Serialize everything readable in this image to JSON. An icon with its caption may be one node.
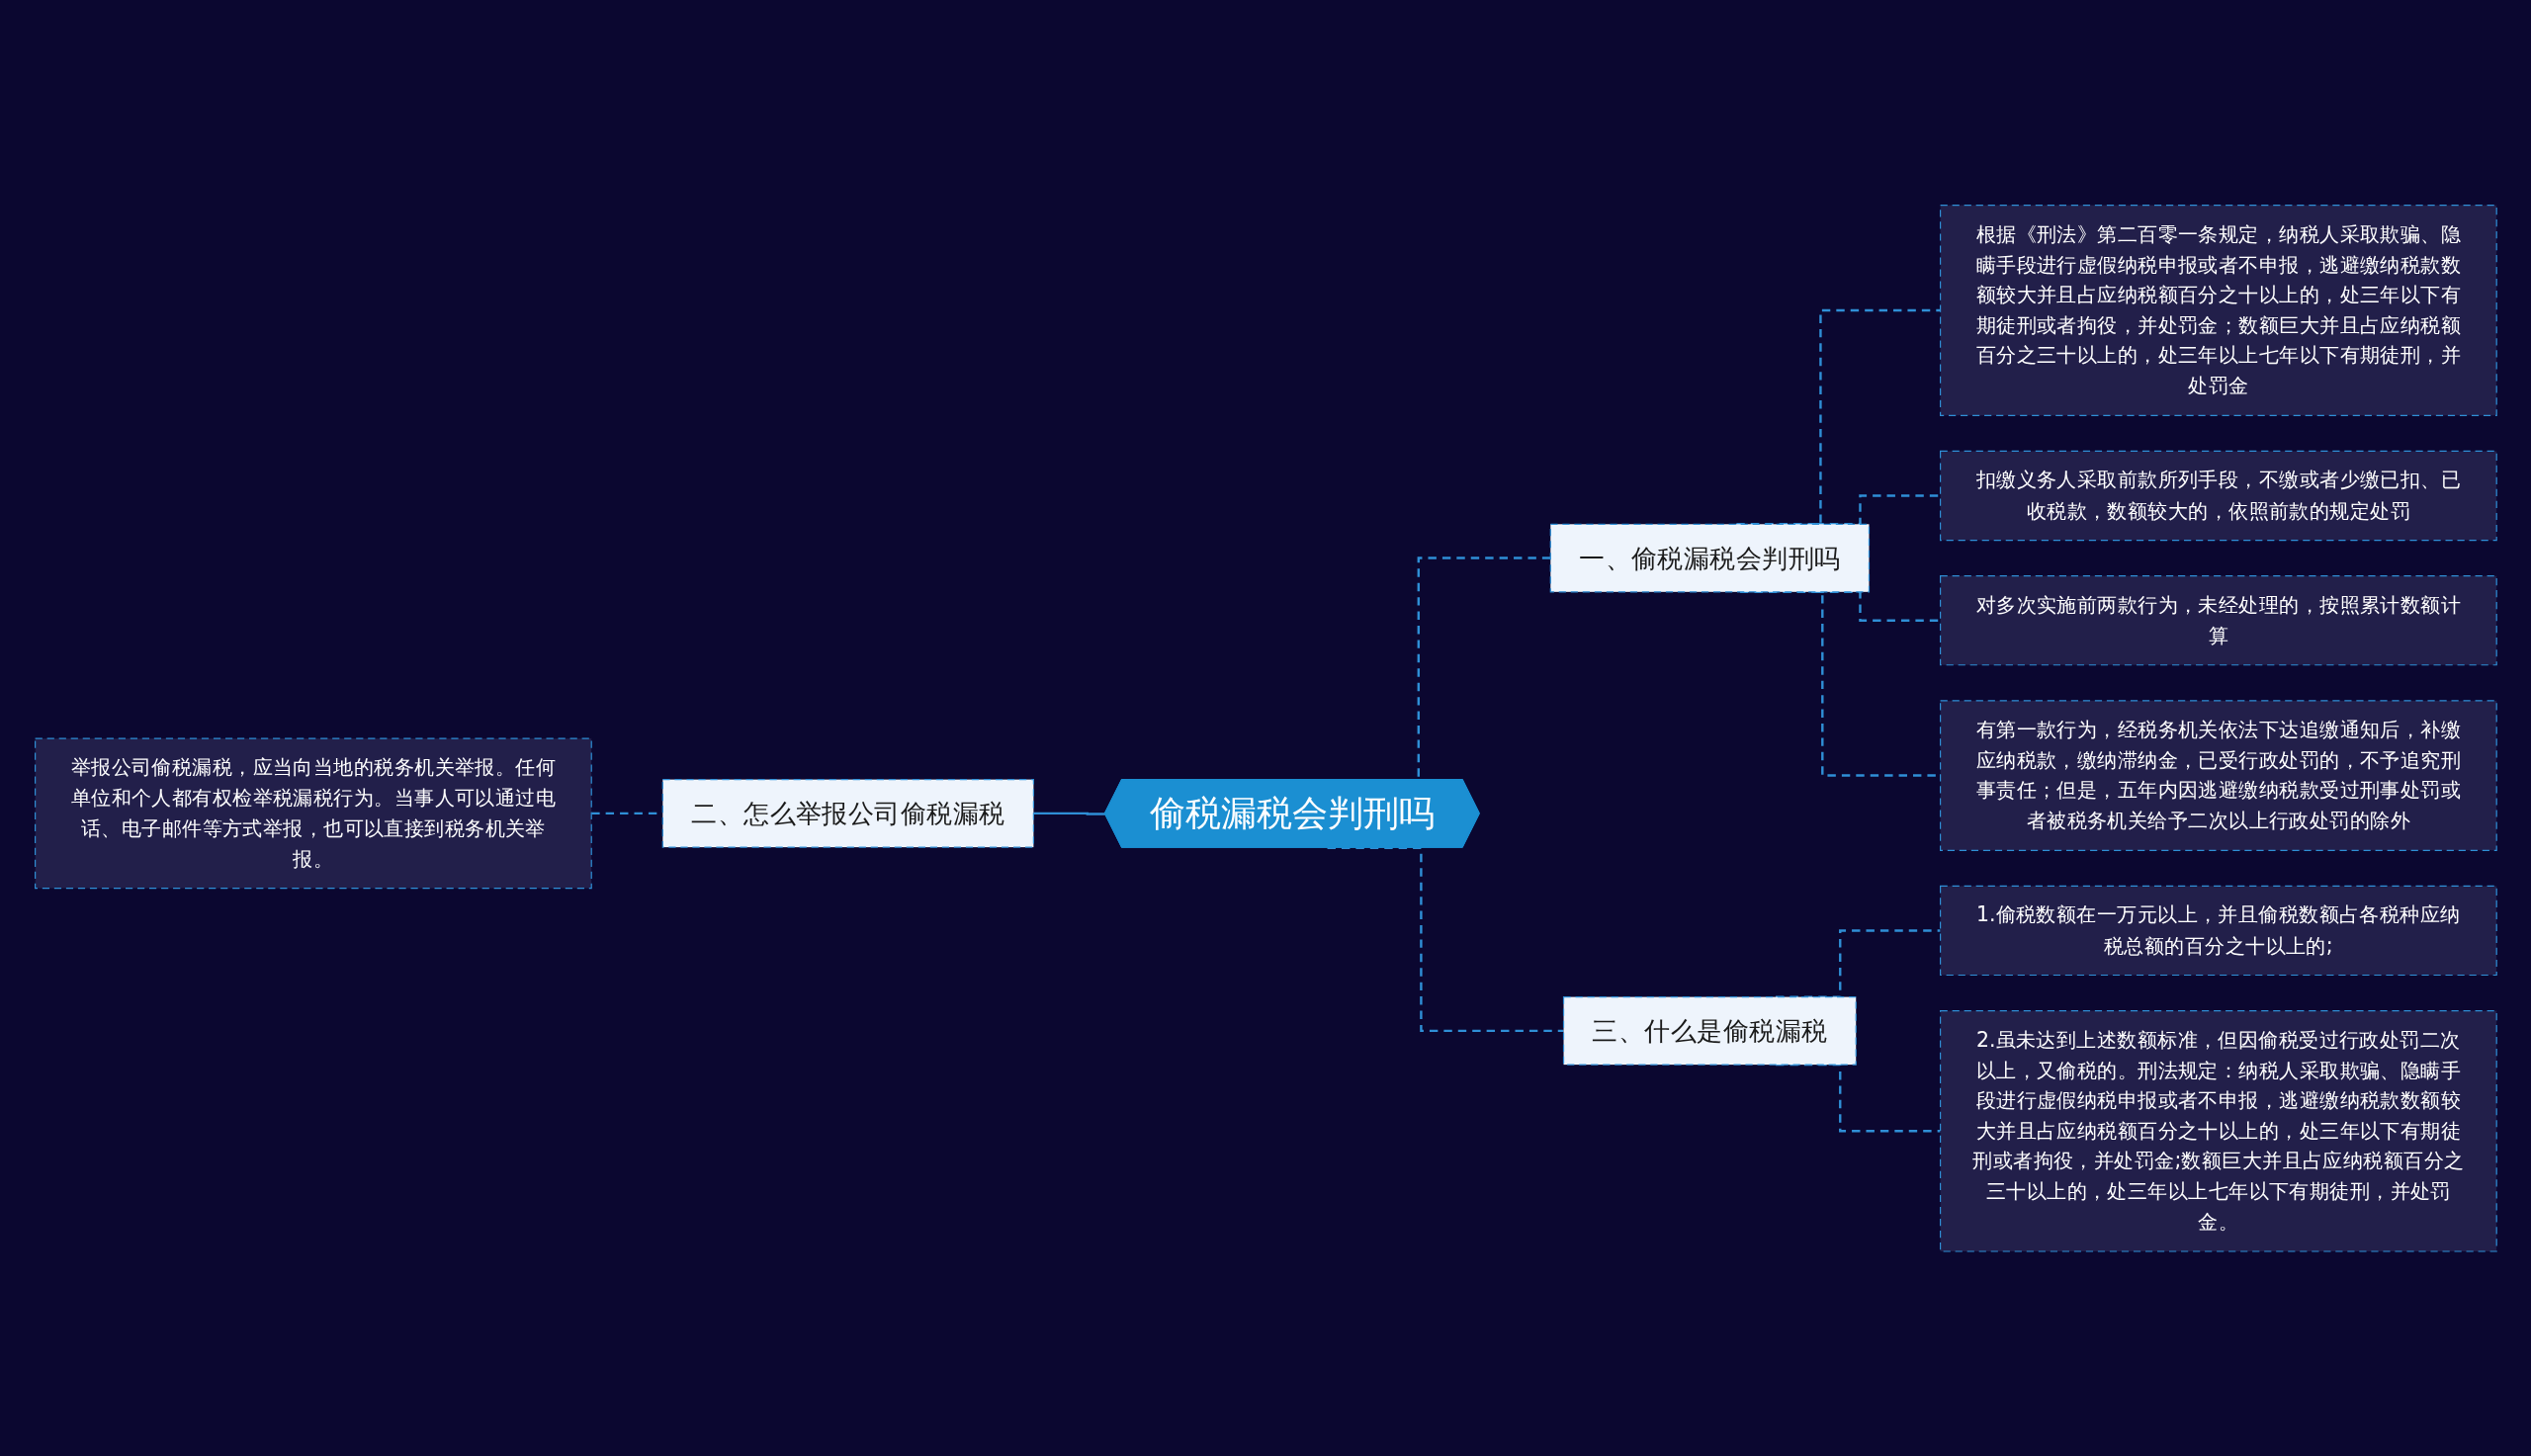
{
  "diagram": {
    "nodes": [
      {
        "text": [
          "偷税漏税会判刑吗"
        ]
      },
      {
        "text": [
          "一、偷税漏税会判刑吗"
        ]
      },
      {
        "text": [
          "根据《刑法》第二百零一条规定，纳税人采取欺骗、隐瞒手段进行虚假纳税申报或者不申报，逃避缴纳税款数额较大并且占应纳税额百分之十以上的，处三年以下有期徒刑或者拘役，并处罚金；数额巨大并且占应纳税额百分之三十以上的，处三年以上七年以下有期徒刑，并处罚金"
        ]
      },
      {
        "text": [
          "扣缴义务人采取前款所列手段，不缴或者少缴已扣、已收税款，数额较大的，依照前款的规定处罚"
        ]
      },
      {
        "text": [
          "对多次实施前两款行为，未经处理的，按照累计数额计算"
        ]
      },
      {
        "text": [
          "有第一款行为，经税务机关依法下达追缴通知后，补缴应纳税款，缴纳滞纳金，已受行政处罚的，不予追究刑事责任；但是，五年内因逃避缴纳税款受过刑事处罚或者被税务机关给予二次以上行政处罚的除外"
        ]
      },
      {
        "text": [
          "二、怎么举报公司偷税漏税"
        ]
      },
      {
        "text": [
          "举报公司偷税漏税，应当向当地的税务机关举报。任何单位和个人都有权检举税漏税行为。当事人可以通过电话、电子邮件等方式举报，也可以直接到税务机关举报。"
        ]
      },
      {
        "text": [
          "三、什么是偷税漏税"
        ]
      },
      {
        "text": [
          "1.偷税数额在一万元以上，并且偷税数额占各税种应纳税总额的百分之十以上的;"
        ]
      },
      {
        "text": [
          "2.虽未达到上述数额标准，但因偷税受过行政处罚二次以上，又偷税的。刑法规定：纳税人采取欺骗、隐瞒手段进行虚假纳税申报或者不申报，逃避缴纳税款数额较大并且占应纳税额百分之十以上的，处三年以下有期徒刑或者拘役，并处罚金;数额巨大并且占应纳税额百分之三十以上的，处三年以上七年以下有期徒刑，并处罚金。"
        ]
      }
    ],
    "edges": [
      {
        "from": 0,
        "to": 1,
        "arrow": "none",
        "style": "dashed"
      },
      {
        "from": 1,
        "to": 2,
        "arrow": "none",
        "style": "dashed"
      },
      {
        "from": 1,
        "to": 3,
        "arrow": "none",
        "style": "dashed"
      },
      {
        "from": 1,
        "to": 4,
        "arrow": "none",
        "style": "dashed"
      },
      {
        "from": 1,
        "to": 5,
        "arrow": "none",
        "style": "dashed"
      },
      {
        "from": 0,
        "to": 6,
        "arrow": "none"
      },
      {
        "from": 6,
        "to": 7,
        "arrow": "none",
        "style": "dashed"
      },
      {
        "from": 0,
        "to": 8,
        "arrow": "none",
        "style": "dashed"
      },
      {
        "from": 8,
        "to": 9,
        "arrow": "none",
        "style": "dashed"
      },
      {
        "from": 8,
        "to": 10,
        "arrow": "none",
        "style": "dashed"
      }
    ]
  }
}
